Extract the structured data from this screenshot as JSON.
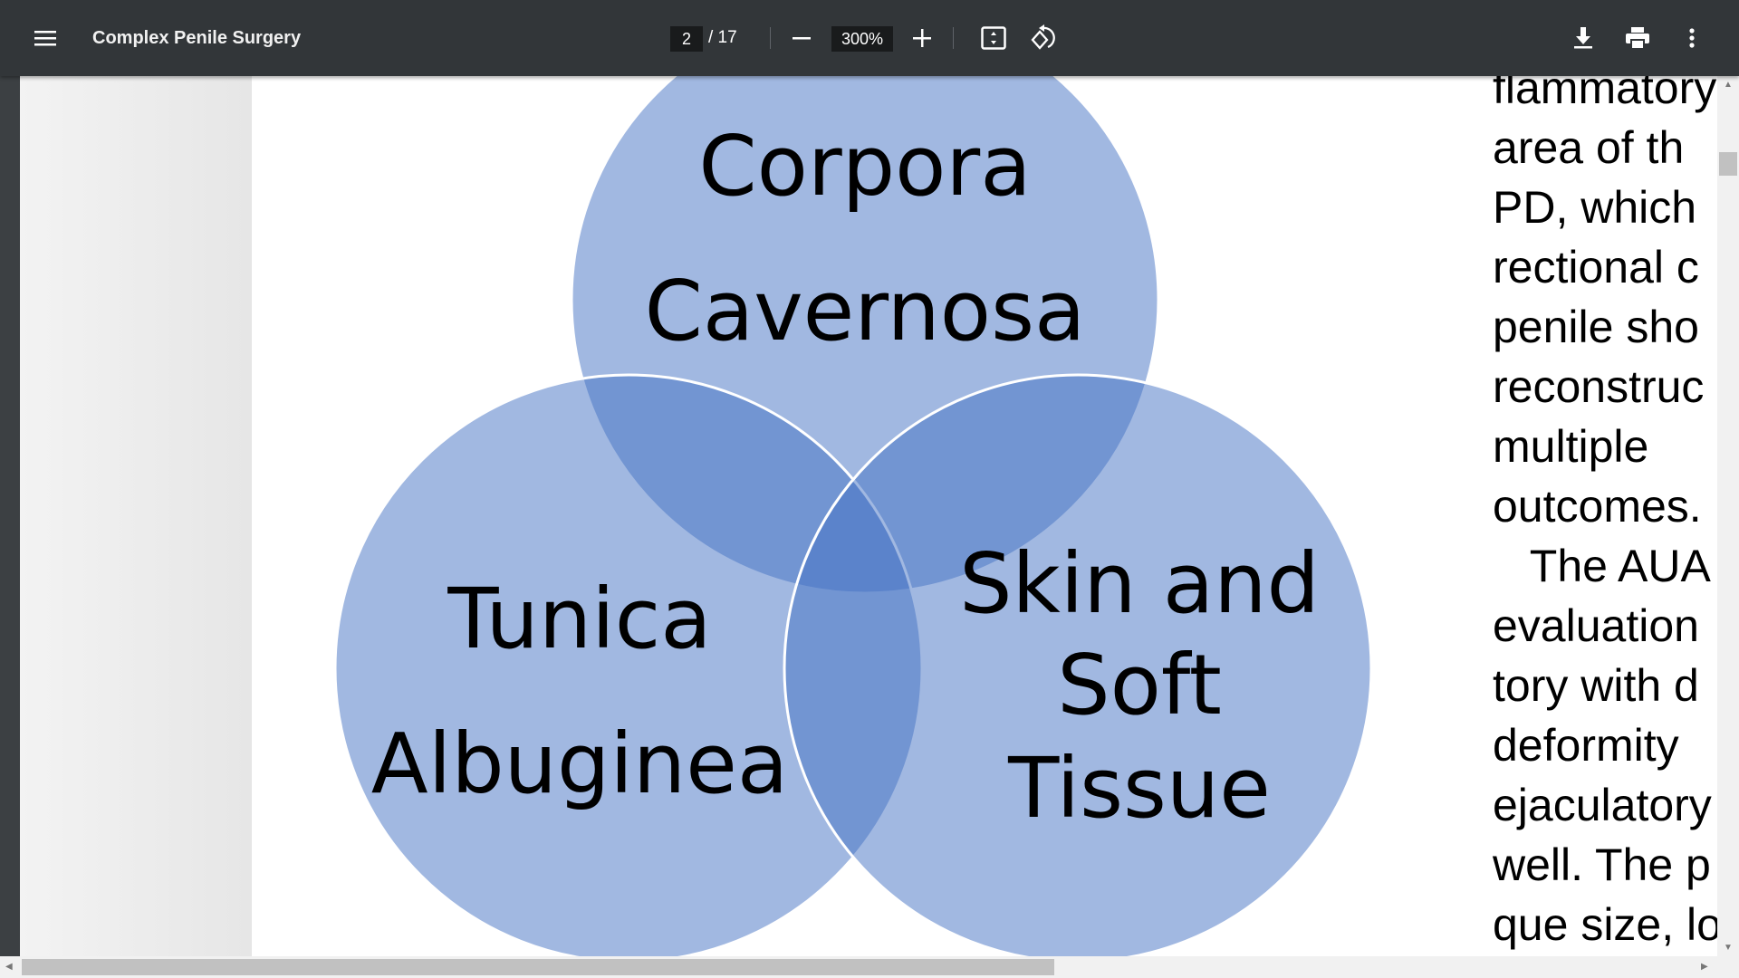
{
  "toolbar": {
    "title": "Complex Penile Surgery",
    "current_page": "2",
    "total_pages": "/ 17",
    "zoom": "300%",
    "icons": [
      "menu-icon",
      "zoom-out-icon",
      "zoom-in-icon",
      "fit-page-icon",
      "rotate-icon",
      "download-icon",
      "print-icon",
      "more-vert-icon"
    ]
  },
  "diagram": {
    "circles": [
      {
        "lines": [
          "Corpora",
          "Cavernosa"
        ]
      },
      {
        "lines": [
          "Tunica",
          "Albuginea"
        ]
      },
      {
        "lines": [
          "Skin and",
          "Soft",
          "Tissue"
        ]
      }
    ],
    "fill_color": "#4472c4"
  },
  "body_text": [
    "flammatory",
    "area of th",
    "PD, which",
    "rectional c",
    "penile sho",
    "reconstruc",
    "multiple",
    "outcomes.",
    "   The AUA",
    "evaluation",
    "tory with d",
    "deformity",
    "ejaculatory",
    "well. The p",
    "que size, lo"
  ]
}
